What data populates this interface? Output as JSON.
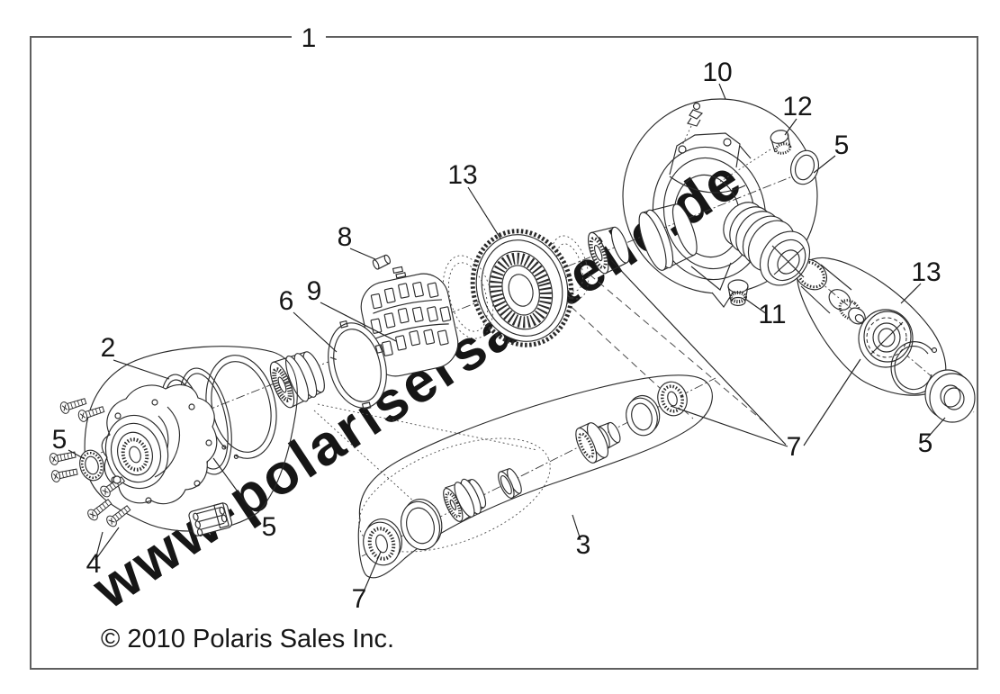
{
  "frame": {
    "border_color": "#5f5f5f"
  },
  "callouts": {
    "c1": "1",
    "c2": "2",
    "c3": "3",
    "c4": "4",
    "c5_left": "5",
    "c5_mid": "5",
    "c5_top_right": "5",
    "c5_right": "5",
    "c6": "6",
    "c7_bottom": "7",
    "c7_right": "7",
    "c8": "8",
    "c9": "9",
    "c10": "10",
    "c11": "11",
    "c12": "12",
    "c13_center": "13",
    "c13_right": "13"
  },
  "watermark": {
    "text": "www-polarisersatzteile.de",
    "color": "#d9d9d9"
  },
  "copyright": "© 2010 Polaris Sales Inc.",
  "art": {
    "line_color": "#2b2b2b",
    "label_color": "#161616"
  }
}
